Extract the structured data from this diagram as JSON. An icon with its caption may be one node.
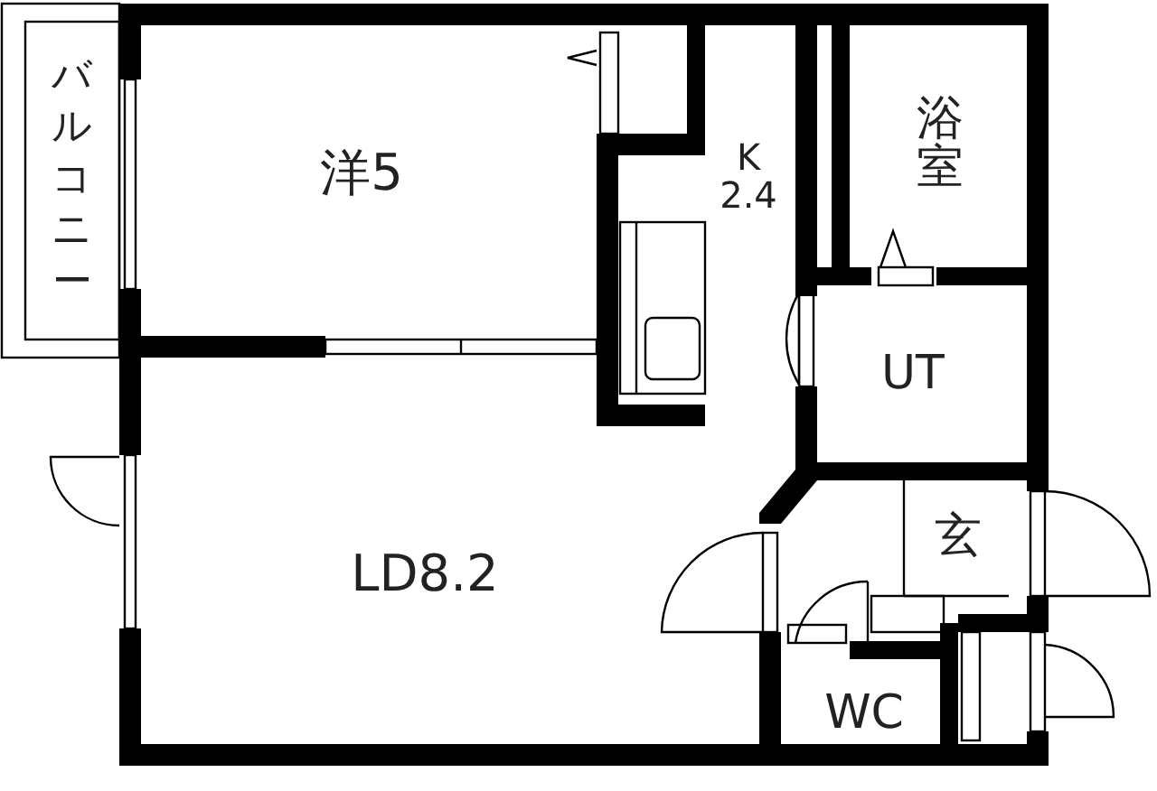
{
  "diagram": {
    "nodes": [
      {
        "text": [
          "バルコニー"
        ]
      },
      {
        "text": [
          "洋5"
        ]
      },
      {
        "text": [
          "K 2.4"
        ]
      },
      {
        "text": [
          "浴室"
        ]
      },
      {
        "text": [
          "UT"
        ]
      },
      {
        "text": [
          "LD8.2"
        ]
      },
      {
        "text": [
          "玄"
        ]
      },
      {
        "text": [
          "WC"
        ]
      }
    ]
  }
}
